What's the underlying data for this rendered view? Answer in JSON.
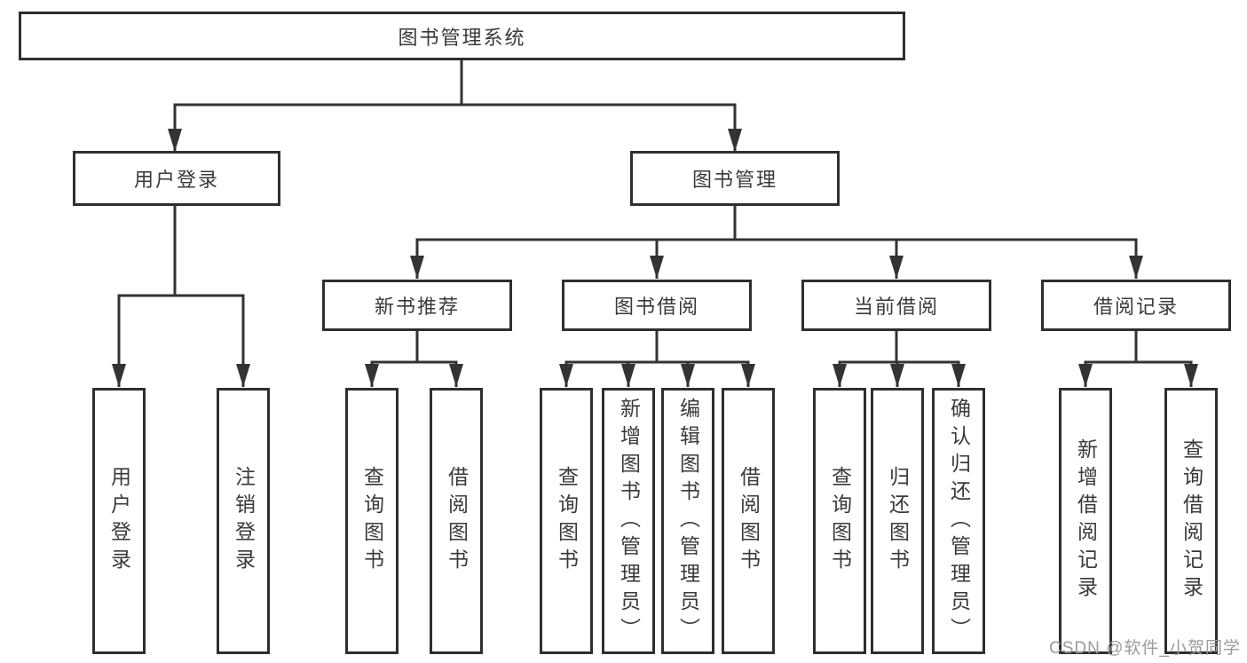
{
  "diagram": {
    "root": {
      "label": "图书管理系统"
    },
    "branches": [
      {
        "label": "用户登录",
        "children": [
          {
            "label": "用户登录"
          },
          {
            "label": "注销登录"
          }
        ]
      },
      {
        "label": "图书管理",
        "children": [
          {
            "label": "新书推荐",
            "children": [
              {
                "label": "查询图书"
              },
              {
                "label": "借阅图书"
              }
            ]
          },
          {
            "label": "图书借阅",
            "children": [
              {
                "label": "查询图书"
              },
              {
                "label": "新增图书（管理员）"
              },
              {
                "label": "编辑图书（管理员）"
              },
              {
                "label": "借阅图书"
              }
            ]
          },
          {
            "label": "当前借阅",
            "children": [
              {
                "label": "查询图书"
              },
              {
                "label": "归还图书"
              },
              {
                "label": "确认归还（管理员）"
              }
            ]
          },
          {
            "label": "借阅记录",
            "children": [
              {
                "label": "新增借阅记录"
              },
              {
                "label": "查询借阅记录"
              }
            ]
          }
        ]
      }
    ]
  },
  "watermark": {
    "text": "CSDN @软件_小贺同学"
  },
  "colors": {
    "line": "#333333",
    "border": "#2f2f2f",
    "text": "#3a3a3a",
    "watermark_text": "#9b9b9b",
    "background": "#ffffff"
  }
}
